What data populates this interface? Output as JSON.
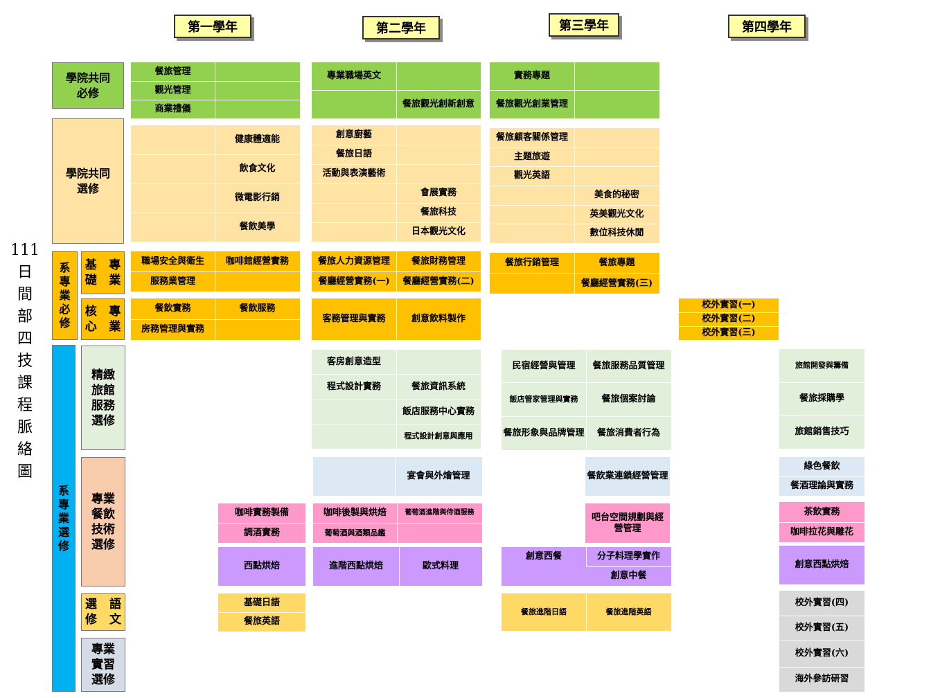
{
  "title_chars": [
    "111",
    "日",
    "間",
    "部",
    "四",
    "技",
    "課",
    "程",
    "脈",
    "絡",
    "圖"
  ],
  "years": [
    "第一學年",
    "第二學年",
    "第三學年",
    "第四學年"
  ],
  "categories": {
    "college_required": "學院共同必修",
    "college_elective": "學院共同選修",
    "dept_required": "系專業必修",
    "dept_required_chars": [
      "系",
      "專",
      "業",
      "必",
      "修"
    ],
    "basic": [
      "專業",
      "基礎"
    ],
    "core": [
      "專業",
      "核心"
    ],
    "dept_elective_chars": [
      "系",
      "專",
      "業",
      "選",
      "修"
    ],
    "hotel": [
      "精緻",
      "旅館",
      "服務",
      "選修"
    ],
    "catering": [
      "專業",
      "餐飲",
      "技術",
      "選修"
    ],
    "language": [
      "語文",
      "選修"
    ],
    "internship": [
      "專業",
      "實習",
      "選修"
    ]
  },
  "courses": {
    "r_y1": [
      "餐旅管理",
      "觀光管理",
      "商業禮儀"
    ],
    "r_y2": [
      "專業職場英文",
      "餐旅觀光創新創意"
    ],
    "r_y3": [
      "實務專題",
      "餐旅觀光創業管理"
    ],
    "e_y1": [
      "健康體適能",
      "飲食文化",
      "微電影行銷",
      "餐飲美學"
    ],
    "e_y2": [
      "創意廚藝",
      "餐旅日語",
      "活動與表演藝術",
      "會展實務",
      "餐旅科技",
      "日本觀光文化"
    ],
    "e_y3": [
      "餐旅顧客關係管理",
      "主題旅遊",
      "觀光英語",
      "美食的秘密",
      "英美觀光文化",
      "數位科技休閒"
    ],
    "b_y1": [
      "職場安全與衛生",
      "咖啡館經營實務",
      "服務業管理"
    ],
    "b_y2": [
      "餐旅人力資源管理",
      "餐旅財務管理",
      "餐廳經營實務(一)",
      "餐廳經營實務(二)"
    ],
    "b_y3": [
      "餐旅行銷管理",
      "餐旅專題",
      "餐廳經營實務(三)"
    ],
    "c_y1": [
      "餐飲實務",
      "餐飲服務",
      "房務管理與實務"
    ],
    "c_y2": [
      "客務管理與實務",
      "創意飲料製作"
    ],
    "c_y4": [
      "校外實習(一)",
      "校外實習(二)",
      "校外實習(三)"
    ],
    "h_y2": [
      "客房創意造型",
      "程式設計實務",
      "餐旅資訊系統",
      "飯店服務中心實務",
      "程式設計創意與應用"
    ],
    "h_y3": [
      "民宿經營與管理",
      "餐旅服務品質管理",
      "飯店管家管理與實務",
      "餐旅個案討論",
      "餐旅形象與品牌管理",
      "餐旅消費者行為"
    ],
    "h_y4": [
      "旅館開發與籌備",
      "餐旅採購學",
      "旅館銷售技巧"
    ],
    "cat_lb_y2": [
      "宴會與外燴管理"
    ],
    "cat_lb_y3": [
      "餐飲業連鎖經營管理"
    ],
    "cat_lb_y4": [
      "綠色餐飲",
      "餐酒理論與實務"
    ],
    "cat_pk_y1": [
      "咖啡實務製備",
      "調酒實務"
    ],
    "cat_pk_y2": [
      "咖啡後製與烘焙",
      "葡萄酒進階與侍酒服務",
      "葡萄酒與酒類品鑑"
    ],
    "cat_pk_y3": [
      "吧台空間規劃與經營管理"
    ],
    "cat_pk_y4": [
      "茶飲實務",
      "咖啡拉花與雕花"
    ],
    "cat_pu_y1": [
      "西點烘焙"
    ],
    "cat_pu_y2": [
      "進階西點烘焙",
      "歐式料理"
    ],
    "cat_pu_y3": [
      "創意西餐",
      "分子料理學實作",
      "創意中餐"
    ],
    "cat_pu_y4": [
      "創意西點烘焙"
    ],
    "l_y1": [
      "基礎日語",
      "餐旅英語"
    ],
    "l_y3": [
      "餐旅進階日語",
      "餐旅進階英語"
    ],
    "i_y4": [
      "校外實習(四)",
      "校外實習(五)",
      "校外實習(六)",
      "海外參訪研習"
    ]
  },
  "colors": {
    "green": "#92d050",
    "light_orange": "#ffe3a4",
    "orange": "#ffc000",
    "light_green": "#e2efda",
    "light_blue": "#dde8f5",
    "pink": "#ff99cc",
    "purple": "#cc99ff",
    "yellow_orange": "#ffd966",
    "gray": "#d9d9d9",
    "cyan": "#00b0f0",
    "peach": "#f8cbad",
    "year_box": "#ffffa6"
  }
}
